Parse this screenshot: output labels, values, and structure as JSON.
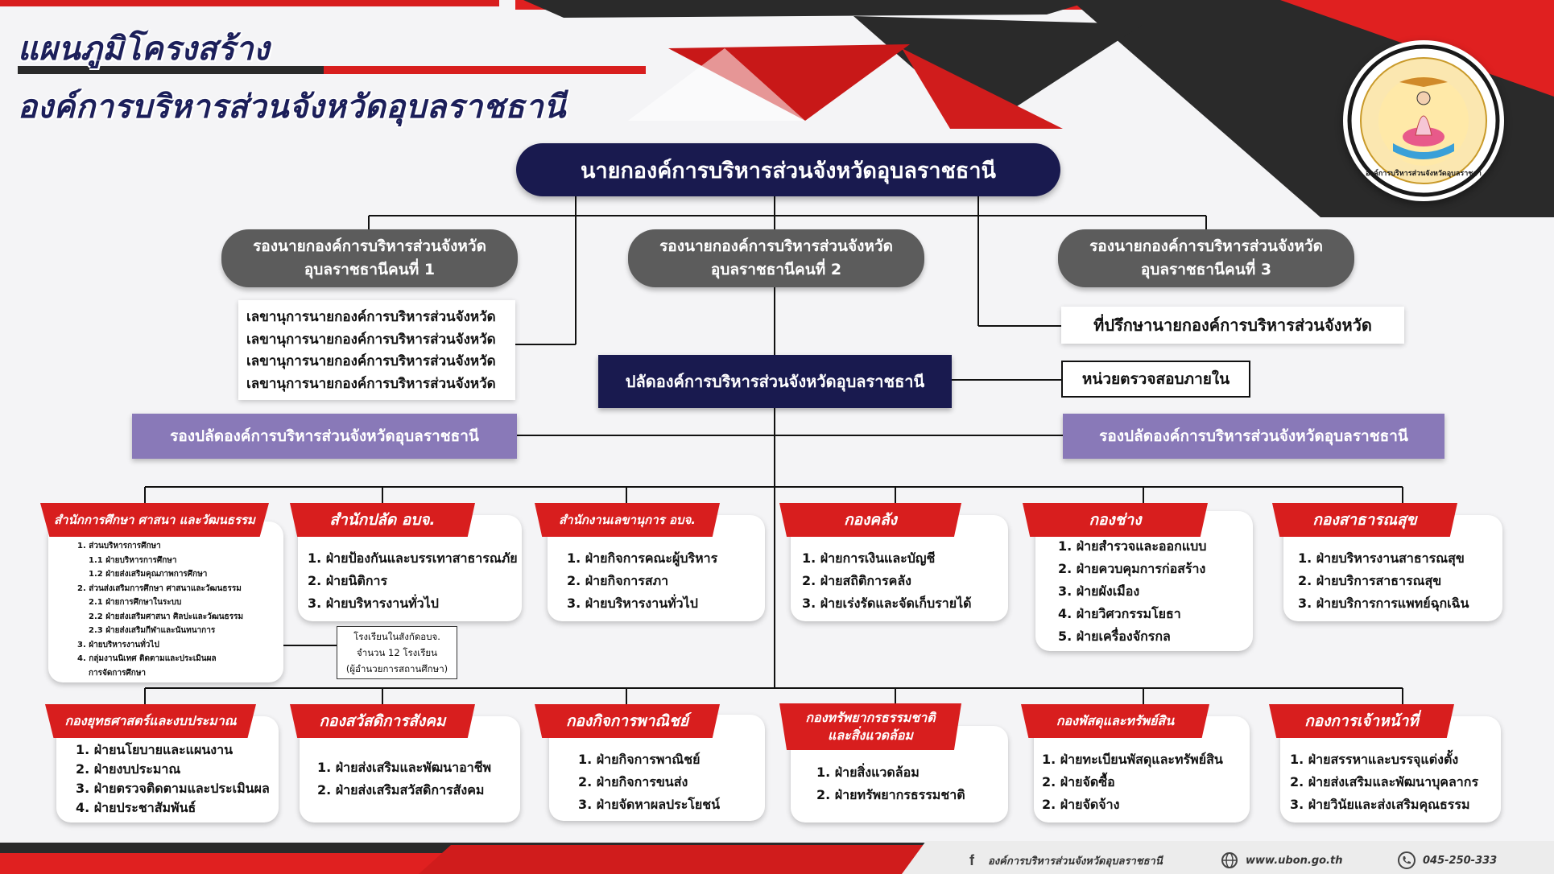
{
  "title": {
    "line1": "แผนภูมิโครงสร้าง",
    "line2": "องค์การบริหารส่วนจังหวัดอุบลราชธานี"
  },
  "logo": {
    "text": "องค์การบริหารส่วนจังหวัดอุบลราชธานี",
    "icon": "seal-icon"
  },
  "chief": "นายกองค์การบริหารส่วนจังหวัดอุบลราชธานี",
  "deputies": [
    {
      "line1": "รองนายกองค์การบริหารส่วนจังหวัด",
      "line2": "อุบลราชธานีคนที่ 1"
    },
    {
      "line1": "รองนายกองค์การบริหารส่วนจังหวัด",
      "line2": "อุบลราชธานีคนที่ 2"
    },
    {
      "line1": "รองนายกองค์การบริหารส่วนจังหวัด",
      "line2": "อุบลราชธานีคนที่ 3"
    }
  ],
  "secretaries": [
    "เลขานุการนายกองค์การบริหารส่วนจังหวัด",
    "เลขานุการนายกองค์การบริหารส่วนจังหวัด",
    "เลขานุการนายกองค์การบริหารส่วนจังหวัด",
    "เลขานุการนายกองค์การบริหารส่วนจังหวัด"
  ],
  "advisor": "ที่ปรึกษานายกองค์การบริหารส่วนจังหวัด",
  "palad": "ปลัดองค์การบริหารส่วนจังหวัดอุบลราชธานี",
  "audit": "หน่วยตรวจสอบภายใน",
  "deputy_palad": [
    "รองปลัดองค์การบริหารส่วนจังหวัดอุบลราชธานี",
    "รองปลัดองค์การบริหารส่วนจังหวัดอุบลราชธานี"
  ],
  "row1": [
    {
      "name": "สำนักการศึกษา ศาสนา และวัฒนธรรม",
      "items": [
        "1. ส่วนบริหารการศึกษา",
        "1.1 ฝ่ายบริหารการศึกษา",
        "1.2 ฝ่ายส่งเสริมคุณภาพการศึกษา",
        "2. ส่วนส่งเสริมการศึกษา ศาสนาและวัฒนธรรม",
        "2.1 ฝ่ายการศึกษาในระบบ",
        "2.2 ฝ่ายส่งเสริมศาสนา ศิลปะและวัฒนธรรม",
        "2.3 ฝ่ายส่งเสริมกีฬาและนันทนาการ",
        "3. ฝ่ายบริหารงานทั่วไป",
        "4. กลุ่มงานนิเทศ ติดตามและประเมินผล",
        "การจัดการศึกษา"
      ]
    },
    {
      "name": "สำนักปลัด อบจ.",
      "items": [
        "1. ฝ่ายป้องกันและบรรเทาสาธารณภัย",
        "2. ฝ่ายนิติการ",
        "3. ฝ่ายบริหารงานทั่วไป"
      ]
    },
    {
      "name": "สำนักงานเลขานุการ อบจ.",
      "items": [
        "1. ฝ่ายกิจการคณะผู้บริหาร",
        "2. ฝ่ายกิจการสภา",
        "3. ฝ่ายบริหารงานทั่วไป"
      ]
    },
    {
      "name": "กองคลัง",
      "items": [
        "1. ฝ่ายการเงินและบัญชี",
        "2. ฝ่ายสถิติการคลัง",
        "3. ฝ่ายเร่งรัดและจัดเก็บรายได้"
      ]
    },
    {
      "name": "กองช่าง",
      "items": [
        "1. ฝ่ายสำรวจและออกแบบ",
        "2. ฝ่ายควบคุมการก่อสร้าง",
        "3. ฝ่ายผังเมือง",
        "4. ฝ่ายวิศวกรรมโยธา",
        "5. ฝ่ายเครื่องจักรกล"
      ]
    },
    {
      "name": "กองสาธารณสุข",
      "items": [
        "1. ฝ่ายบริหารงานสาธารณสุข",
        "2. ฝ่ายบริการสาธารณสุข",
        "3. ฝ่ายบริการการแพทย์ฉุกเฉิน"
      ]
    }
  ],
  "schools_note": {
    "line1": "โรงเรียนในสังกัดอบจ.",
    "line2": "จำนวน 12 โรงเรียน",
    "line3": "(ผู้อำนวยการสถานศึกษา)"
  },
  "row2": [
    {
      "name": "กองยุทธศาสตร์และงบประมาณ",
      "items": [
        "1. ฝ่ายนโยบายและแผนงาน",
        "2. ฝ่ายงบประมาณ",
        "3. ฝ่ายตรวจติดตามและประเมินผล",
        "4. ฝ่ายประชาสัมพันธ์"
      ]
    },
    {
      "name": "กองสวัสดิการสังคม",
      "items": [
        "1. ฝ่ายส่งเสริมและพัฒนาอาชีพ",
        "2. ฝ่ายส่งเสริมสวัสดิการสังคม"
      ]
    },
    {
      "name": "กองกิจการพาณิชย์",
      "items": [
        "1. ฝ่ายกิจการพาณิชย์",
        "2. ฝ่ายกิจการขนส่ง",
        "3. ฝ่ายจัดหาผลประโยชน์"
      ]
    },
    {
      "name": "กองทรัพยากรธรรมชาติ",
      "name2": "และสิ่งแวดล้อม",
      "items": [
        "1. ฝ่ายสิ่งแวดล้อม",
        "2. ฝ่ายทรัพยากรธรรมชาติ"
      ]
    },
    {
      "name": "กองพัสดุและทรัพย์สิน",
      "items": [
        "1. ฝ่ายทะเบียนพัสดุและทรัพย์สิน",
        "2. ฝ่ายจัดซื้อ",
        "2. ฝ่ายจัดจ้าง"
      ]
    },
    {
      "name": "กองการเจ้าหน้าที่",
      "items": [
        "1. ฝ่ายสรรหาและบรรจุแต่งตั้ง",
        "2. ฝ่ายส่งเสริมและพัฒนาบุคลากร",
        "3. ฝ่ายวินัยและส่งเสริมคุณธรรม"
      ]
    }
  ],
  "footer": {
    "facebook": "องค์การบริหารส่วนจังหวัดอุบลราชธานี",
    "website": "www.ubon.go.th",
    "phone": "045-250-333"
  },
  "colors": {
    "navy": "#191a4f",
    "red": "#d81e1e",
    "gray": "#5c5c5c",
    "purple": "#8979b8",
    "dark": "#2a2a2a"
  }
}
